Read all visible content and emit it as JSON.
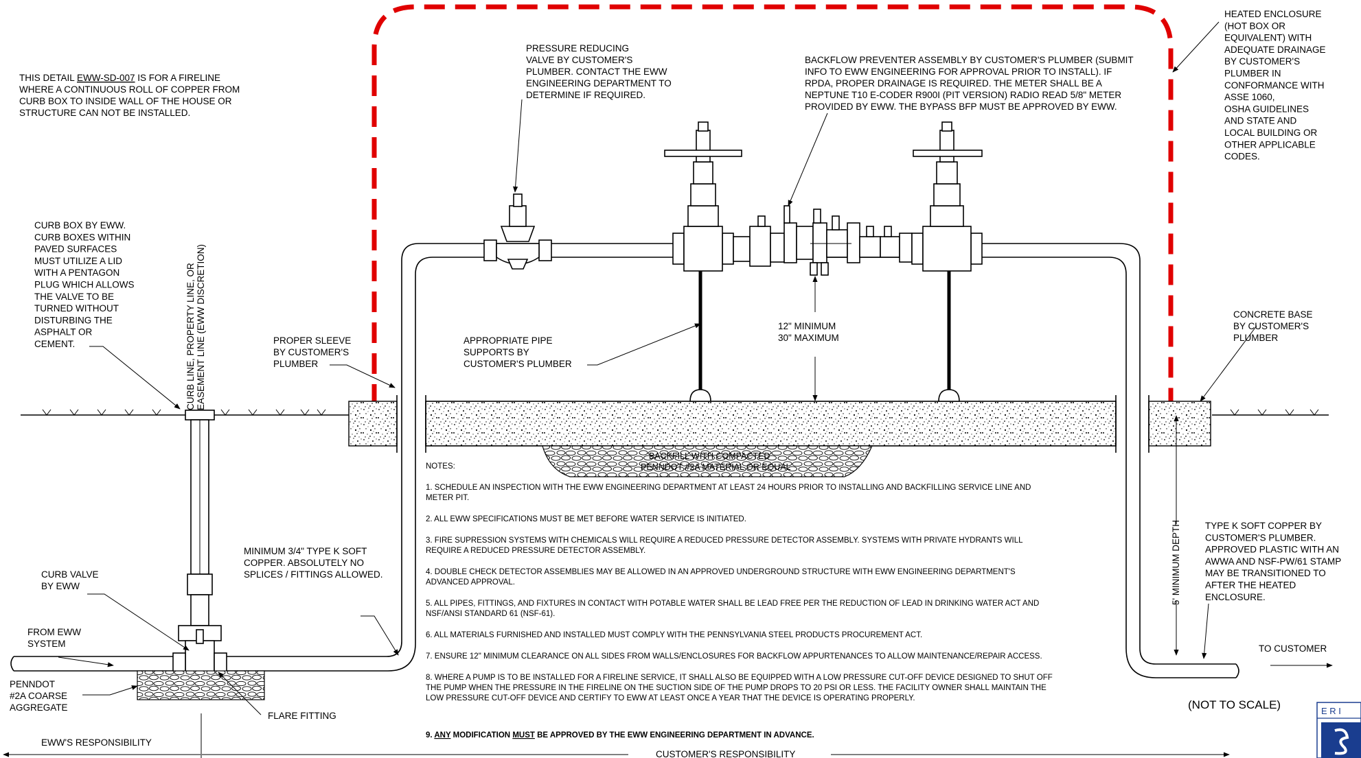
{
  "colors": {
    "enclosure_dash": "#e00000",
    "ink": "#000000",
    "paper": "#ffffff"
  },
  "detail_intro": {
    "lines": [
      "THIS DETAIL EWW-SD-007 IS FOR A FIRELINE",
      "WHERE A CONTINUOUS ROLL OF COPPER FROM",
      "CURB BOX TO INSIDE WALL OF THE HOUSE OR",
      "STRUCTURE CAN NOT BE INSTALLED."
    ],
    "line1_pre": "THIS DETAIL ",
    "line1_code": "EWW-SD-007",
    "line1_post": " IS FOR A FIRELINE"
  },
  "labels": {
    "prv": [
      "PRESSURE REDUCING",
      "VALVE BY CUSTOMER'S",
      "PLUMBER.  CONTACT THE EWW",
      "ENGINEERING DEPARTMENT TO",
      "DETERMINE IF REQUIRED."
    ],
    "backflow": [
      "BACKFLOW PREVENTER ASSEMBLY BY CUSTOMER'S PLUMBER (SUBMIT",
      "INFO TO EWW ENGINEERING FOR APPROVAL PRIOR TO INSTALL). IF",
      "RPDA, PROPER DRAINAGE IS REQUIRED. THE METER SHALL BE A",
      "NEPTUNE T10 E-CODER R900I (PIT VERSION) RADIO READ 5/8\" METER",
      "PROVIDED BY EWW. THE BYPASS BFP MUST BE APPROVED BY EWW."
    ],
    "heated": [
      "HEATED ENCLOSURE",
      "(HOT BOX OR",
      "EQUIVALENT) WITH",
      "ADEQUATE DRAINAGE",
      "BY CUSTOMER'S",
      "PLUMBER IN",
      "CONFORMANCE WITH",
      "ASSE 1060,",
      "OSHA GUIDELINES",
      "AND STATE AND",
      "LOCAL BUILDING OR",
      "OTHER APPLICABLE",
      "CODES."
    ],
    "curb_box": [
      "CURB BOX BY EWW.",
      "CURB BOXES WITHIN",
      "PAVED SURFACES",
      "MUST UTILIZE A LID",
      "WITH A PENTAGON",
      "PLUG WHICH ALLOWS",
      "THE VALVE TO BE",
      "TURNED WITHOUT",
      "DISTURBING THE",
      "ASPHALT OR",
      "CEMENT."
    ],
    "curb_line": [
      "CURB LINE, PROPERTY LINE, OR",
      "EASEMENT LINE (EWW DISCRETION)"
    ],
    "sleeve": [
      "PROPER SLEEVE",
      "BY CUSTOMER'S",
      "PLUMBER"
    ],
    "supports": [
      "APPROPRIATE PIPE",
      "SUPPORTS BY",
      "CUSTOMER'S PLUMBER"
    ],
    "clearance": [
      "12\" MINIMUM",
      "30\" MAXIMUM"
    ],
    "concrete": [
      "CONCRETE BASE",
      "BY CUSTOMER'S",
      "PLUMBER"
    ],
    "backfill": [
      "BACKFILL WITH COMPACTED",
      "PENNDOT #2A MATERIAL OR EQUAL"
    ],
    "copper": [
      "MINIMUM 3/4\" TYPE K SOFT",
      "COPPER. ABSOLUTELY NO",
      "SPLICES / FITTINGS ALLOWED."
    ],
    "curb_valve": [
      "CURB VALVE",
      "BY EWW"
    ],
    "from_eww": [
      "FROM EWW",
      "SYSTEM"
    ],
    "penndot": [
      "PENNDOT",
      "#2A COARSE",
      "AGGREGATE"
    ],
    "flare": "FLARE FITTING",
    "depth": "5' MINIMUM DEPTH",
    "type_k": [
      "TYPE K SOFT COPPER BY",
      "CUSTOMER'S PLUMBER.",
      "APPROVED PLASTIC WITH AN",
      "AWWA AND NSF-PW/61 STAMP",
      "MAY BE TRANSITIONED TO",
      "AFTER THE HEATED",
      "ENCLOSURE."
    ],
    "to_customer": "TO CUSTOMER",
    "not_to_scale": "(NOT TO SCALE)",
    "eww_resp": "EWW'S RESPONSIBILITY",
    "cust_resp": "CUSTOMER'S RESPONSIBILITY",
    "logo_letters": "E R I"
  },
  "notes": {
    "heading": "NOTES:",
    "items": [
      [
        "1. SCHEDULE AN INSPECTION WITH THE EWW ENGINEERING DEPARTMENT AT LEAST 24 HOURS PRIOR TO INSTALLING AND BACKFILLING SERVICE LINE AND",
        "METER PIT."
      ],
      [
        "2. ALL EWW SPECIFICATIONS MUST BE MET BEFORE WATER SERVICE IS INITIATED."
      ],
      [
        "3. FIRE SUPRESSION SYSTEMS WITH CHEMICALS WILL REQUIRE A REDUCED PRESSURE DETECTOR ASSEMBLY. SYSTEMS WITH PRIVATE HYDRANTS WILL",
        "REQUIRE A REDUCED PRESSURE DETECTOR ASSEMBLY."
      ],
      [
        "4. DOUBLE CHECK DETECTOR ASSEMBLIES MAY BE ALLOWED IN AN APPROVED UNDERGROUND STRUCTURE WITH EWW ENGINEERING DEPARTMENT'S",
        "ADVANCED APPROVAL."
      ],
      [
        "5. ALL PIPES, FITTINGS, AND FIXTURES IN CONTACT WITH POTABLE WATER SHALL BE LEAD FREE PER THE REDUCTION OF LEAD IN DRINKING WATER ACT AND",
        "NSF/ANSI STANDARD 61 (NSF-61)."
      ],
      [
        "6. ALL MATERIALS FURNISHED AND INSTALLED MUST COMPLY WITH THE PENNSYLVANIA STEEL PRODUCTS PROCUREMENT ACT."
      ],
      [
        "7. ENSURE 12\" MINIMUM CLEARANCE ON ALL SIDES FROM WALLS/ENCLOSURES FOR BACKFLOW APPURTENANCES TO ALLOW MAINTENANCE/REPAIR ACCESS."
      ],
      [
        "8. WHERE A PUMP IS TO BE INSTALLED FOR A FIRELINE SERVICE, IT SHALL ALSO BE EQUIPPED WITH A LOW PRESSURE CUT-OFF DEVICE DESIGNED TO SHUT OFF",
        "THE PUMP WHEN THE PRESSURE IN THE FIRELINE ON THE SUCTION SIDE OF THE PUMP DROPS TO 20 PSI OR LESS. THE FACILITY OWNER SHALL MAINTAIN THE",
        "LOW PRESSURE CUT-OFF DEVICE AND CERTIFY TO EWW AT LEAST ONCE A YEAR THAT THE DEVICE IS OPERATING PROPERLY."
      ]
    ],
    "note9": {
      "num": "9. ",
      "any": "ANY",
      "mid1": " MODIFICATION ",
      "must": "MUST",
      "rest": " BE APPROVED BY THE EWW ENGINEERING DEPARTMENT  IN ADVANCE."
    }
  }
}
